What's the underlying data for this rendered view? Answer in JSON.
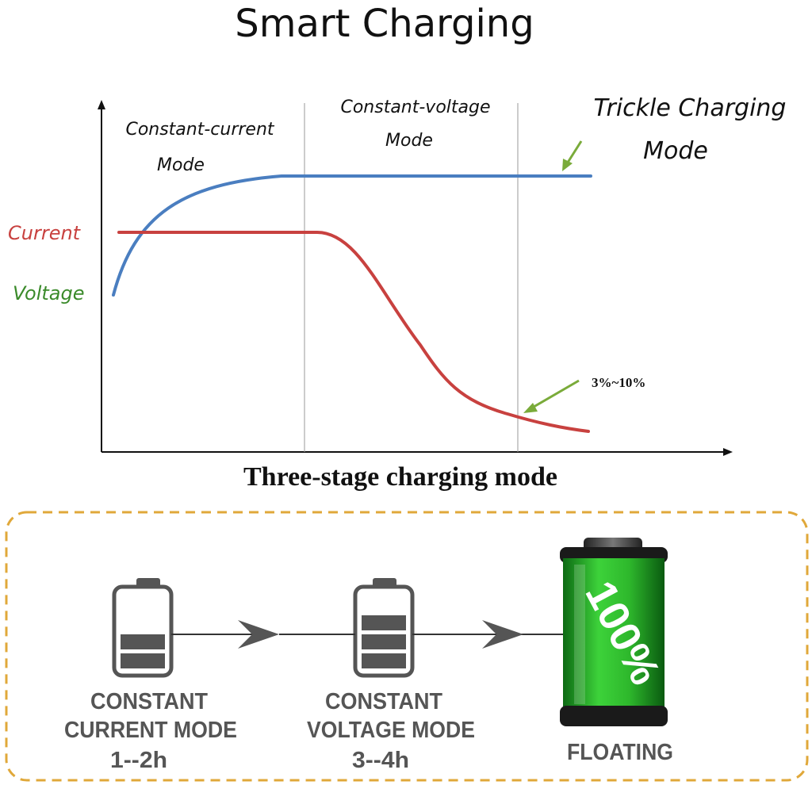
{
  "title": "Smart Charging",
  "chart": {
    "xlabel": "Three-stage charging mode",
    "stage_labels": {
      "cc_line1": "Constant-current",
      "cc_line2": "Mode",
      "cv_line1": "Constant-voltage",
      "cv_line2": "Mode",
      "tc_line1": "Trickle Charging",
      "tc_line2": "Mode"
    },
    "series": {
      "current": "Current",
      "voltage": "Voltage"
    },
    "annotation": "3%~10%",
    "colors": {
      "current": "#c8413f",
      "voltage": "#4a7ec0",
      "voltage_label": "#3a8a2a",
      "arrow": "#7aab3a"
    }
  },
  "process": {
    "steps": [
      {
        "line1": "CONSTANT",
        "line2": "CURRENT MODE",
        "line3": "1--2h"
      },
      {
        "line1": "CONSTANT",
        "line2": "VOLTAGE MODE",
        "line3": "3--4h"
      },
      {
        "line1": "FLOATING"
      }
    ],
    "battery_full_text": "100%",
    "colors": {
      "border": "#e0a83a",
      "icon": "#555555",
      "battery_green": "#2ea82a"
    }
  }
}
